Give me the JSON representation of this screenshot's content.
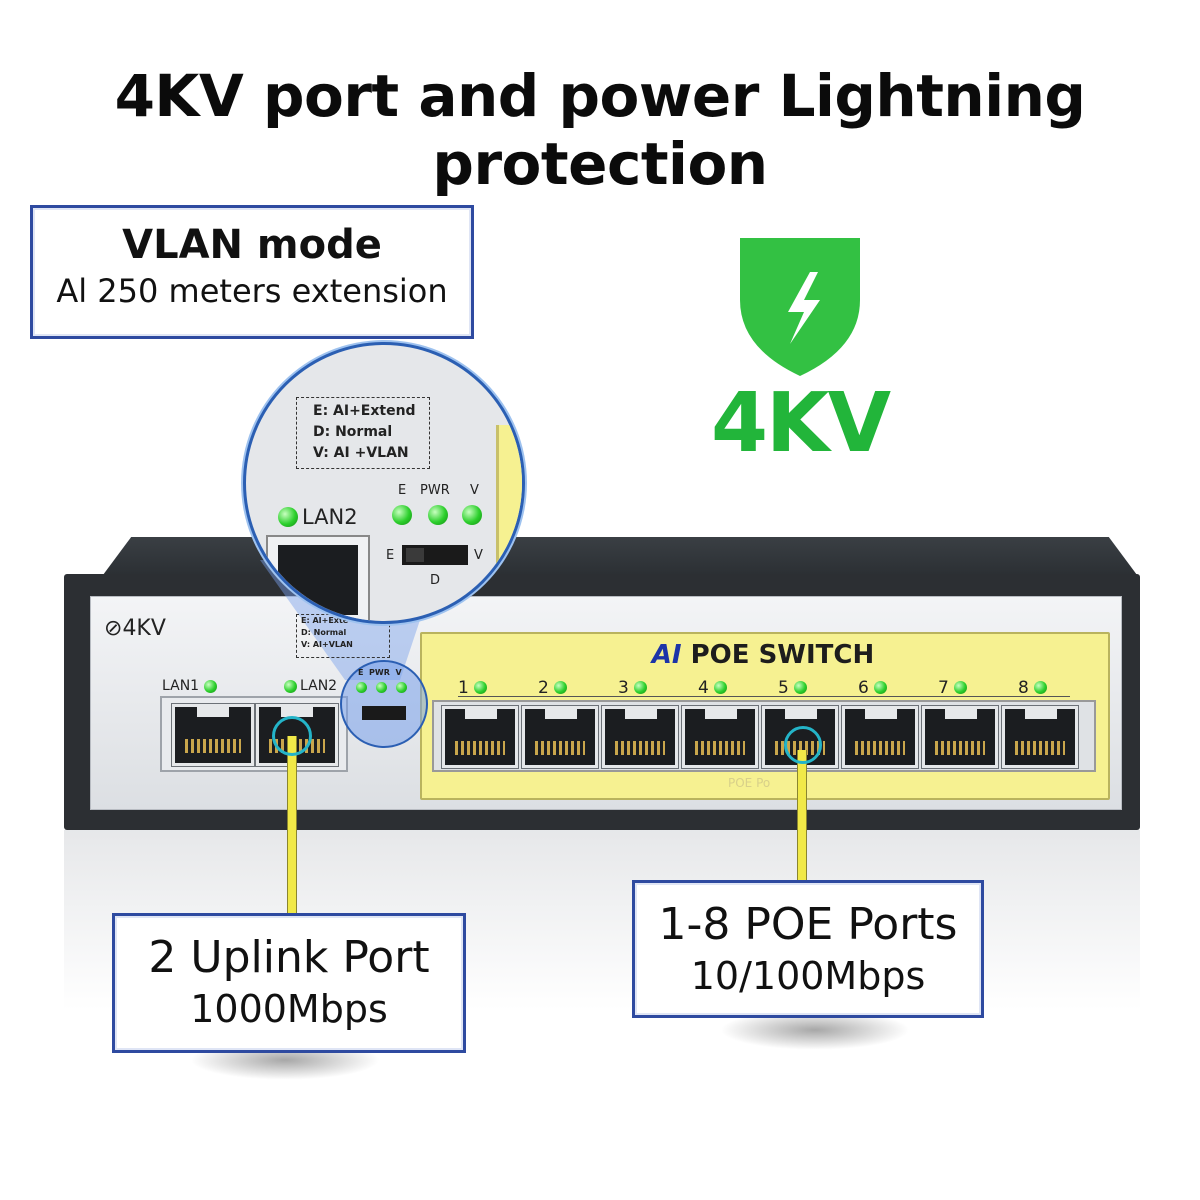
{
  "headline": "4KV port and power Lightning protection",
  "vlan_callout": {
    "title": "VLAN mode",
    "subtitle": "Al 250 meters extension"
  },
  "badge": {
    "label": "4KV",
    "icon": "lightning-shield-icon",
    "color": "#22b53a"
  },
  "device": {
    "brand_label": "4KV",
    "uplink_labels": [
      "LAN1",
      "LAN2"
    ],
    "poe_title_ai": "AI",
    "poe_title_rest": "POE SWITCH",
    "port_numbers": [
      "1",
      "2",
      "3",
      "4",
      "5",
      "6",
      "7",
      "8"
    ],
    "poe_footer": "POE Po"
  },
  "mode_legend": {
    "lines": [
      "E:  AI+Extend",
      "D:  Normal",
      "V:  AI +VLAN"
    ],
    "small_lines": [
      "E: AI+Exte",
      "D: Normal",
      "V: AI+VLAN"
    ],
    "lan_label": "LAN2",
    "indicators": [
      "E",
      "PWR",
      "V"
    ],
    "switch_left": "E",
    "switch_right": "V",
    "switch_bottom": "D"
  },
  "uplink_callout": {
    "title": "2 Uplink Port",
    "speed": "1000Mbps"
  },
  "poe_callout": {
    "title": "1-8 POE Ports",
    "speed": "10/100Mbps"
  },
  "colors": {
    "callout_border": "#2e4aa0",
    "poe_panel": "#f6f191",
    "led_green": "#2ccf2c",
    "ring": "#24b4c8"
  }
}
